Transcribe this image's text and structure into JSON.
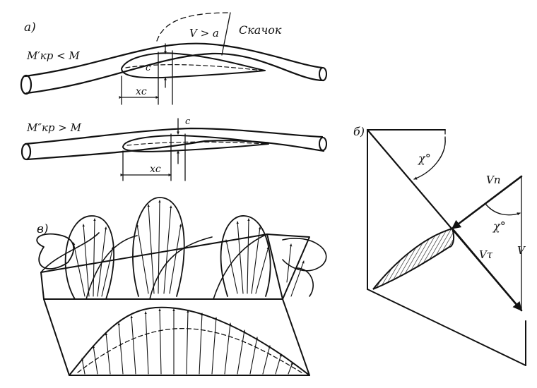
{
  "colors": {
    "ink": "#111111",
    "paper": "#ffffff"
  },
  "panel_a": {
    "tag": "a)",
    "top_wing": {
      "mach_label": "M′кр < M",
      "velocity_label": "V > a",
      "shock_label": "Скачок",
      "thickness_label": "c",
      "position_label": "xc"
    },
    "bottom_wing": {
      "mach_label": "M″кр > M",
      "thickness_label": "c",
      "position_label": "xc"
    }
  },
  "panel_b": {
    "tag": "б)",
    "sweep_angle_label": "χ°",
    "sweep_angle_label_2": "χ°",
    "normal_velocity_label": "Vn",
    "tangential_velocity_label": "Vτ",
    "velocity_label": "V"
  },
  "panel_c": {
    "tag": "в)"
  }
}
